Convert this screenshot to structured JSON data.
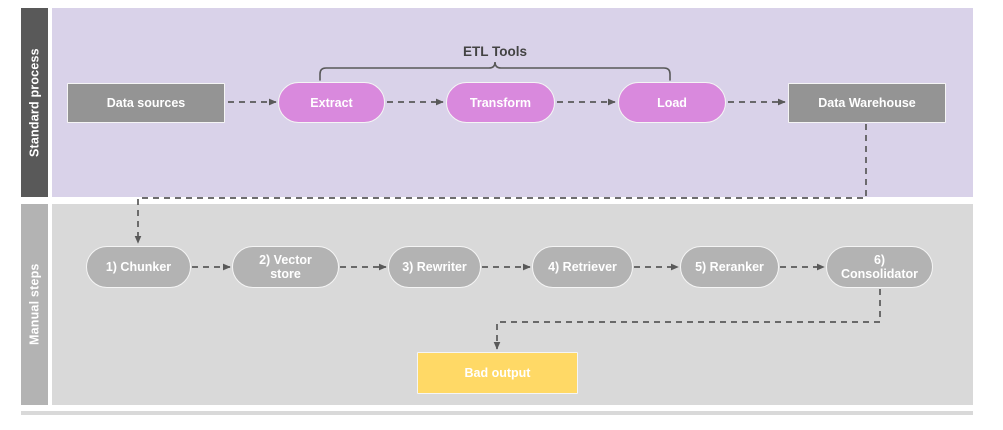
{
  "diagram": {
    "title_visible": false,
    "colors": {
      "lane_top_label_bg": "#595959",
      "lane_top_bg": "#d9d2e9",
      "lane_bottom_label_bg": "#b3b3b3",
      "lane_bottom_bg": "#d9d9d9",
      "node_gray_dark": "#949494",
      "node_magenta": "#d989dd",
      "node_gray": "#b3b3b3",
      "node_yellow": "#ffd966",
      "connector": "#595959",
      "bracket": "#595959",
      "text_on_node": "#ffffff",
      "text_bracket_label": "#434343"
    },
    "lanes": [
      {
        "id": "standard",
        "label": "Standard process"
      },
      {
        "id": "manual",
        "label": "Manual steps"
      }
    ],
    "annotations": [
      {
        "id": "etl-tools",
        "label": "ETL Tools",
        "type": "curly-brace-label",
        "spans": [
          "Extract",
          "Transform",
          "Load"
        ]
      }
    ],
    "top_lane_nodes": [
      {
        "id": "data-sources",
        "label": "Data sources",
        "shape": "rect",
        "color": "#949494"
      },
      {
        "id": "extract",
        "label": "Extract",
        "shape": "pill",
        "color": "#d989dd"
      },
      {
        "id": "transform",
        "label": "Transform",
        "shape": "pill",
        "color": "#d989dd"
      },
      {
        "id": "load",
        "label": "Load",
        "shape": "pill",
        "color": "#d989dd"
      },
      {
        "id": "data-warehouse",
        "label": "Data Warehouse",
        "shape": "rect",
        "color": "#949494"
      }
    ],
    "bottom_lane_nodes": [
      {
        "id": "chunker",
        "label": "1) Chunker",
        "shape": "pill",
        "color": "#b3b3b3"
      },
      {
        "id": "vector-store",
        "label": "2) Vector store",
        "shape": "pill",
        "color": "#b3b3b3"
      },
      {
        "id": "rewriter",
        "label": "3) Rewriter",
        "shape": "pill",
        "color": "#b3b3b3"
      },
      {
        "id": "retriever",
        "label": "4) Retriever",
        "shape": "pill",
        "color": "#b3b3b3"
      },
      {
        "id": "reranker",
        "label": "5) Reranker",
        "shape": "pill",
        "color": "#b3b3b3"
      },
      {
        "id": "consolidator",
        "label": "6) Consolidator",
        "shape": "pill",
        "color": "#b3b3b3"
      }
    ],
    "output_node": {
      "id": "bad-output",
      "label": "Bad output",
      "shape": "rect",
      "color": "#ffd966"
    },
    "connectors": [
      {
        "from": "data-sources",
        "to": "extract",
        "style": "dashed-arrow"
      },
      {
        "from": "extract",
        "to": "transform",
        "style": "dashed-arrow"
      },
      {
        "from": "transform",
        "to": "load",
        "style": "dashed-arrow"
      },
      {
        "from": "load",
        "to": "data-warehouse",
        "style": "dashed-arrow"
      },
      {
        "from": "data-warehouse",
        "to": "chunker",
        "style": "dashed-elbow-arrow"
      },
      {
        "from": "chunker",
        "to": "vector-store",
        "style": "dashed-arrow"
      },
      {
        "from": "vector-store",
        "to": "rewriter",
        "style": "dashed-arrow"
      },
      {
        "from": "rewriter",
        "to": "retriever",
        "style": "dashed-arrow"
      },
      {
        "from": "retriever",
        "to": "reranker",
        "style": "dashed-arrow"
      },
      {
        "from": "reranker",
        "to": "consolidator",
        "style": "dashed-arrow"
      },
      {
        "from": "consolidator",
        "to": "bad-output",
        "style": "dashed-elbow-arrow"
      }
    ]
  }
}
